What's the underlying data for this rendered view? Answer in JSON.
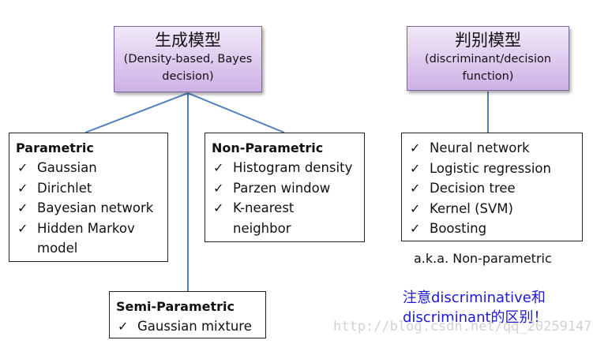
{
  "generative": {
    "title_cn": "生成模型",
    "subtitle": [
      "(Density-based, Bayes",
      "decision)"
    ]
  },
  "discriminative": {
    "title_cn": "判别模型",
    "subtitle": [
      "(discriminant/decision",
      "function)"
    ],
    "items": [
      "Neural network",
      "Logistic regression",
      "Decision tree",
      "Kernel (SVM)",
      "Boosting"
    ],
    "caption": "a.k.a. Non-parametric"
  },
  "parametric": {
    "title": "Parametric",
    "items": [
      "Gaussian",
      "Dirichlet",
      "Bayesian network",
      "Hidden Markov",
      "model"
    ]
  },
  "nonparametric": {
    "title": "Non-Parametric",
    "items": [
      "Histogram density",
      "Parzen window",
      "K-nearest",
      "neighbor"
    ]
  },
  "semiparametric": {
    "title": "Semi-Parametric",
    "items": [
      "Gaussian mixture"
    ]
  },
  "note": [
    "注意discriminative和",
    "discriminant的区别！"
  ],
  "watermark": "http://blog.csdn.net/qq_20259147",
  "check_mark": "✓",
  "colors": {
    "connector": "#4f81bd",
    "note": "#1f1ad6",
    "head_border": "#8064a2"
  }
}
